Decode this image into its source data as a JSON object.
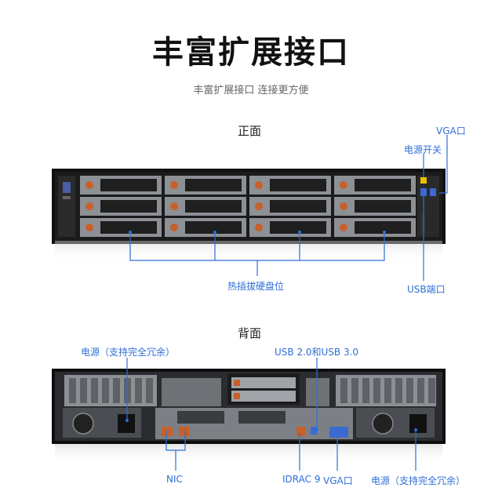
{
  "heading": {
    "title": "丰富扩展接口",
    "subtitle": "丰富扩展接口 连接更方便"
  },
  "front": {
    "section_label": "正面",
    "labels": {
      "vga": "VGA口",
      "power_switch": "电源开关",
      "hotswap_bays": "热插拔硬盘位",
      "usb": "USB端口"
    },
    "drive_bays": 12
  },
  "back": {
    "section_label": "背面",
    "labels": {
      "psu_left": "电源（支持完全冗余）",
      "usb": "USB 2.0和USB 3.0",
      "nic": "NIC",
      "idrac": "IDRAC 9",
      "vga": "VGA口",
      "psu_right": "电源（支持完全冗余）"
    }
  },
  "colors": {
    "accent": "#2e6fd8",
    "chassis": "#1a1a1a"
  }
}
